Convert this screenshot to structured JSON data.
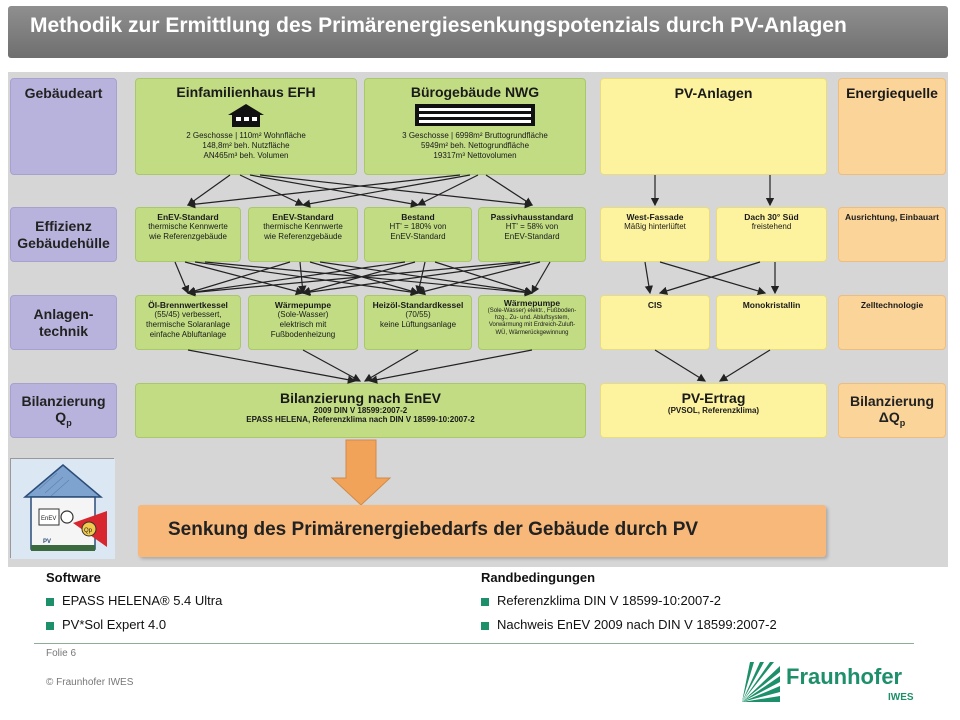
{
  "title": "Methodik zur Ermittlung des  Primärenergiesenkungspotenzials durch PV-Anlagen",
  "row_labels": {
    "gebaeudeart": "Gebäudeart",
    "effizienz_1": "Effizienz",
    "effizienz_2": "Gebäudehülle",
    "anlagen_1": "Anlagen-",
    "anlagen_2": "technik",
    "bilanz_1": "Bilanzierung",
    "bilanz_2": "Q",
    "bilanz_sub": "p"
  },
  "buildings": {
    "efh_title": "Einfamilienhaus EFH",
    "efh_l1": "2 Geschosse | 110m² Wohnfläche",
    "efh_l2": "148,8m² beh. Nutzfläche",
    "efh_l3": "AN465m³ beh. Volumen",
    "nwg_title": "Bürogebäude NWG",
    "nwg_l1": "3 Geschosse | 6998m² Bruttogrundfläche",
    "nwg_l2": "5949m² beh. Nettogrundfläche",
    "nwg_l3": "19317m³ Nettovolumen",
    "pv_title": "PV-Anlagen",
    "energy_title": "Energiequelle"
  },
  "efficiency": [
    {
      "title": "EnEV-Standard",
      "l1": "thermische Kennwerte",
      "l2": "wie Referenzgebäude"
    },
    {
      "title": "EnEV-Standard",
      "l1": "thermische Kennwerte",
      "l2": "wie Referenzgebäude"
    },
    {
      "title": "Bestand",
      "l1": "HT' = 180% von",
      "l2": "EnEV-Standard"
    },
    {
      "title": "Passivhausstandard",
      "l1": "HT' = 58% von",
      "l2": "EnEV-Standard"
    }
  ],
  "pv_efficiency": [
    {
      "title": "West-Fassade",
      "l1": "Mäßig hinterlüftet"
    },
    {
      "title": "Dach 30° Süd",
      "l1": "freistehend"
    }
  ],
  "energy_efficiency": "Ausrichtung, Einbauart",
  "plants": [
    {
      "title": "Öl-Brennwertkessel",
      "l1": "(55/45) verbessert,",
      "l2": "thermische Solaranlage",
      "l3": "einfache Abluftanlage"
    },
    {
      "title": "Wärmepumpe",
      "l1": "(Sole-Wasser)",
      "l2": "elektrisch mit",
      "l3": "Fußbodenheizung"
    },
    {
      "title": "Heizöl-Standardkessel",
      "l1": "(70/55)",
      "l2": "keine Lüftungsanlage",
      "l3": ""
    },
    {
      "title": "Wärmepumpe",
      "l1": "(Sole-Wasser) elektr., Fußboden-",
      "l2": "hzg., Zu- und. Abluftsystem,",
      "l3": "Vorwärmung mit Erdreich-Zuluft-",
      "l4": "WÜ, Wärmerückgewinnung"
    }
  ],
  "pv_plants": [
    "CIS",
    "Monokristallin"
  ],
  "energy_plants": "Zelltechnologie",
  "balance": {
    "title": "Bilanzierung nach EnEV",
    "l1": "2009 DIN V 18599:2007-2",
    "l2": "EPASS HELENA, Referenzklima nach DIN V 18599-10:2007-2",
    "pv_title": "PV-Ertrag",
    "pv_l1": "(PVSOL, Referenzklima)",
    "energy_title": "Bilanzierung",
    "energy_l2": "ΔQ",
    "energy_sub": "p"
  },
  "logo_labels": {
    "envev": "EnEV",
    "qp": "Qp",
    "pv": "PV"
  },
  "result": "Senkung des Primärenergiebedarfs der Gebäude durch PV",
  "software": {
    "heading": "Software",
    "items": [
      "EPASS HELENA® 5.4 Ultra",
      "PV*Sol Expert 4.0"
    ]
  },
  "conditions": {
    "heading": "Randbedingungen",
    "items": [
      "Referenzklima DIN V 18599-10:2007-2",
      "Nachweis EnEV 2009 nach DIN V 18599:2007-2"
    ]
  },
  "footer": {
    "slide": "Folie 6",
    "copyright": "© Fraunhofer IWES",
    "brand": "Fraunhofer",
    "brand_sub": "IWES"
  },
  "colors": {
    "purple": "#b8b3dc",
    "green": "#c2dc84",
    "yellow": "#fdf39f",
    "orange": "#fbd49a",
    "result": "#f7b87a",
    "brand_green": "#1d8f6a"
  }
}
